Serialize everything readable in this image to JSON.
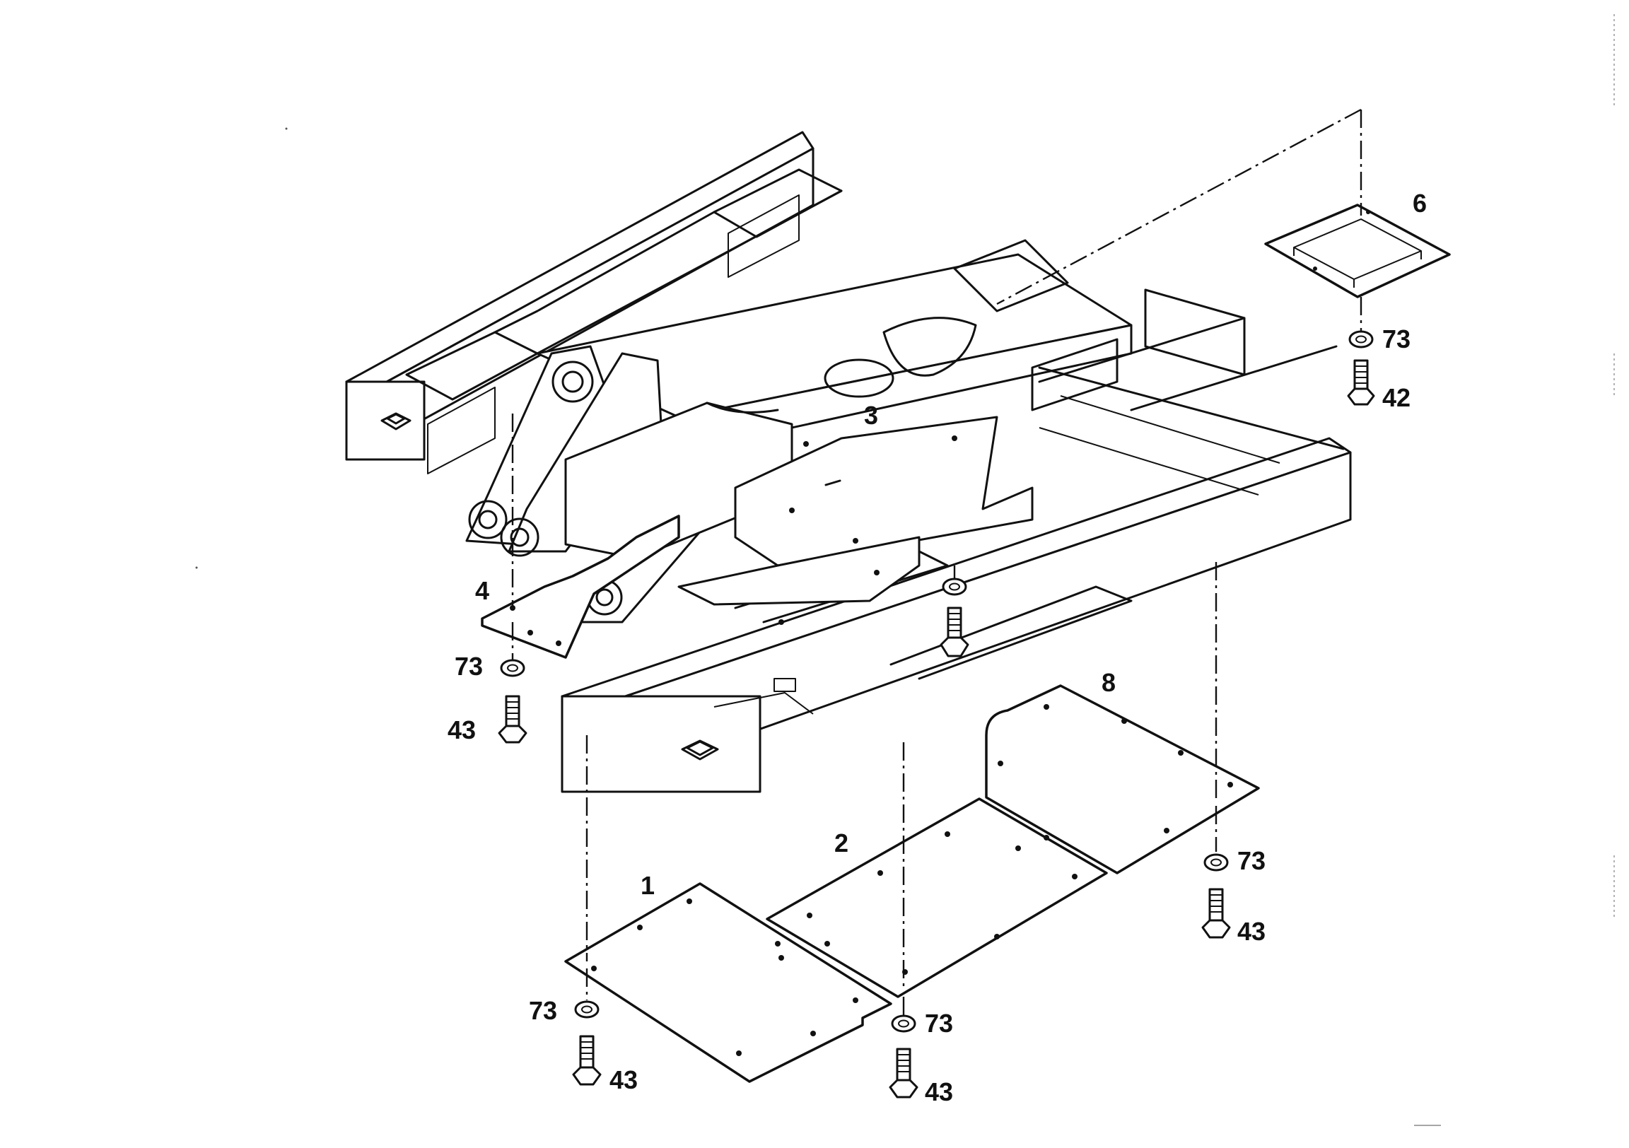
{
  "diagram": {
    "callouts": {
      "plate_1": "1",
      "plate_2": "2",
      "plate_3": "3",
      "plate_4": "4",
      "cover_6": "6",
      "plate_8": "8",
      "washer_6": "73",
      "bolt_6": "42",
      "washer_4": "73",
      "bolt_4": "43",
      "washer_8": "73",
      "bolt_8": "43",
      "washer_1": "73",
      "bolt_1": "43",
      "washer_2": "73",
      "bolt_2": "43"
    }
  }
}
